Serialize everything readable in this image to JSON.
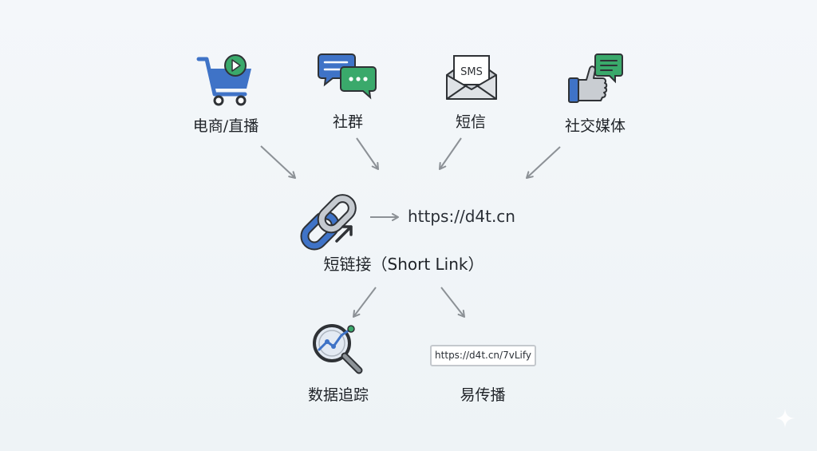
{
  "sources": [
    {
      "label": "电商/直播",
      "icon": "shopping-cart-play-icon"
    },
    {
      "label": "社群",
      "icon": "chat-bubbles-icon"
    },
    {
      "label": "短信",
      "icon": "sms-envelope-icon"
    },
    {
      "label": "社交媒体",
      "icon": "thumbs-up-chat-icon"
    }
  ],
  "center": {
    "label": "短链接（Short Link）",
    "icon": "chain-link-icon",
    "url": "https://d4t.cn"
  },
  "outputs": [
    {
      "label": "数据追踪",
      "icon": "magnifier-analytics-icon"
    },
    {
      "label": "易传播",
      "url": "https://d4t.cn/7vLify"
    }
  ],
  "colors": {
    "blue": "#3f73c7",
    "green": "#3aa96b",
    "gray": "#8d9398",
    "arrow": "#8c9196",
    "background": "#f1f5f8"
  }
}
